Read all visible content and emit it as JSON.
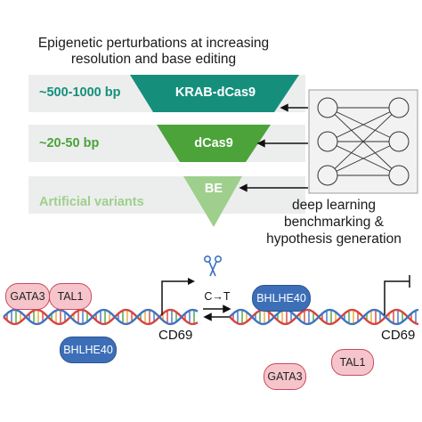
{
  "title": {
    "line1": "Epigenetic perturbations at increasing",
    "line2": "resolution and base editing"
  },
  "tiers": [
    {
      "resolution": "~500-1000 bp",
      "tool": "KRAB-dCas9",
      "color": "#158f7c"
    },
    {
      "resolution": "~20-50 bp",
      "tool": "dCas9",
      "color": "#4ba33a"
    },
    {
      "resolution": "Artificial variants",
      "tool": "BE",
      "color": "#9fcf8d"
    }
  ],
  "deep_learning": {
    "line1": "deep learning",
    "line2": "benchmarking &",
    "line3": "hypothesis generation"
  },
  "edit": {
    "label": "C→T",
    "icon": "scissors-icon"
  },
  "before": {
    "factors_bound": [
      "GATA3",
      "TAL1"
    ],
    "factor_unbound": "BHLHE40",
    "gene": "CD69"
  },
  "after": {
    "factor_bound": "BHLHE40",
    "factors_unbound": [
      "GATA3",
      "TAL1"
    ],
    "gene": "CD69"
  },
  "colors": {
    "pink_fill": "#f6c5cc",
    "pink_border": "#c9495d",
    "blue_fill": "#3d6fb8",
    "dna_red": "#d6453d",
    "dna_blue": "#3f74c2"
  }
}
